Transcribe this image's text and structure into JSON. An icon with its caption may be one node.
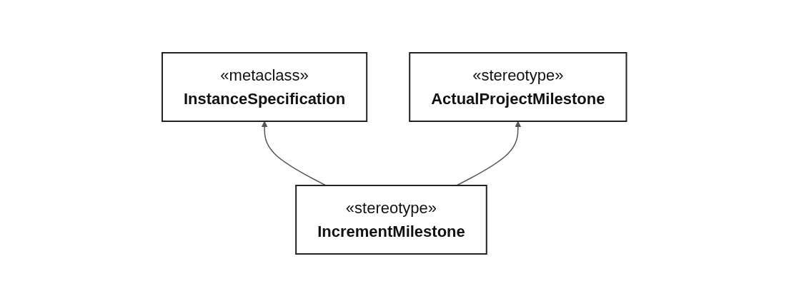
{
  "diagram": {
    "nodes": [
      {
        "text": [
          "«metaclass»",
          "InstanceSpecification"
        ]
      },
      {
        "text": [
          "«stereotype»",
          "ActualProjectMilestone"
        ]
      },
      {
        "text": [
          "«stereotype»",
          "IncrementMilestone"
        ]
      }
    ],
    "edges": [
      {
        "from": 2,
        "to": 0,
        "arrow": "to"
      },
      {
        "from": 2,
        "to": 1,
        "arrow": "to"
      }
    ]
  }
}
